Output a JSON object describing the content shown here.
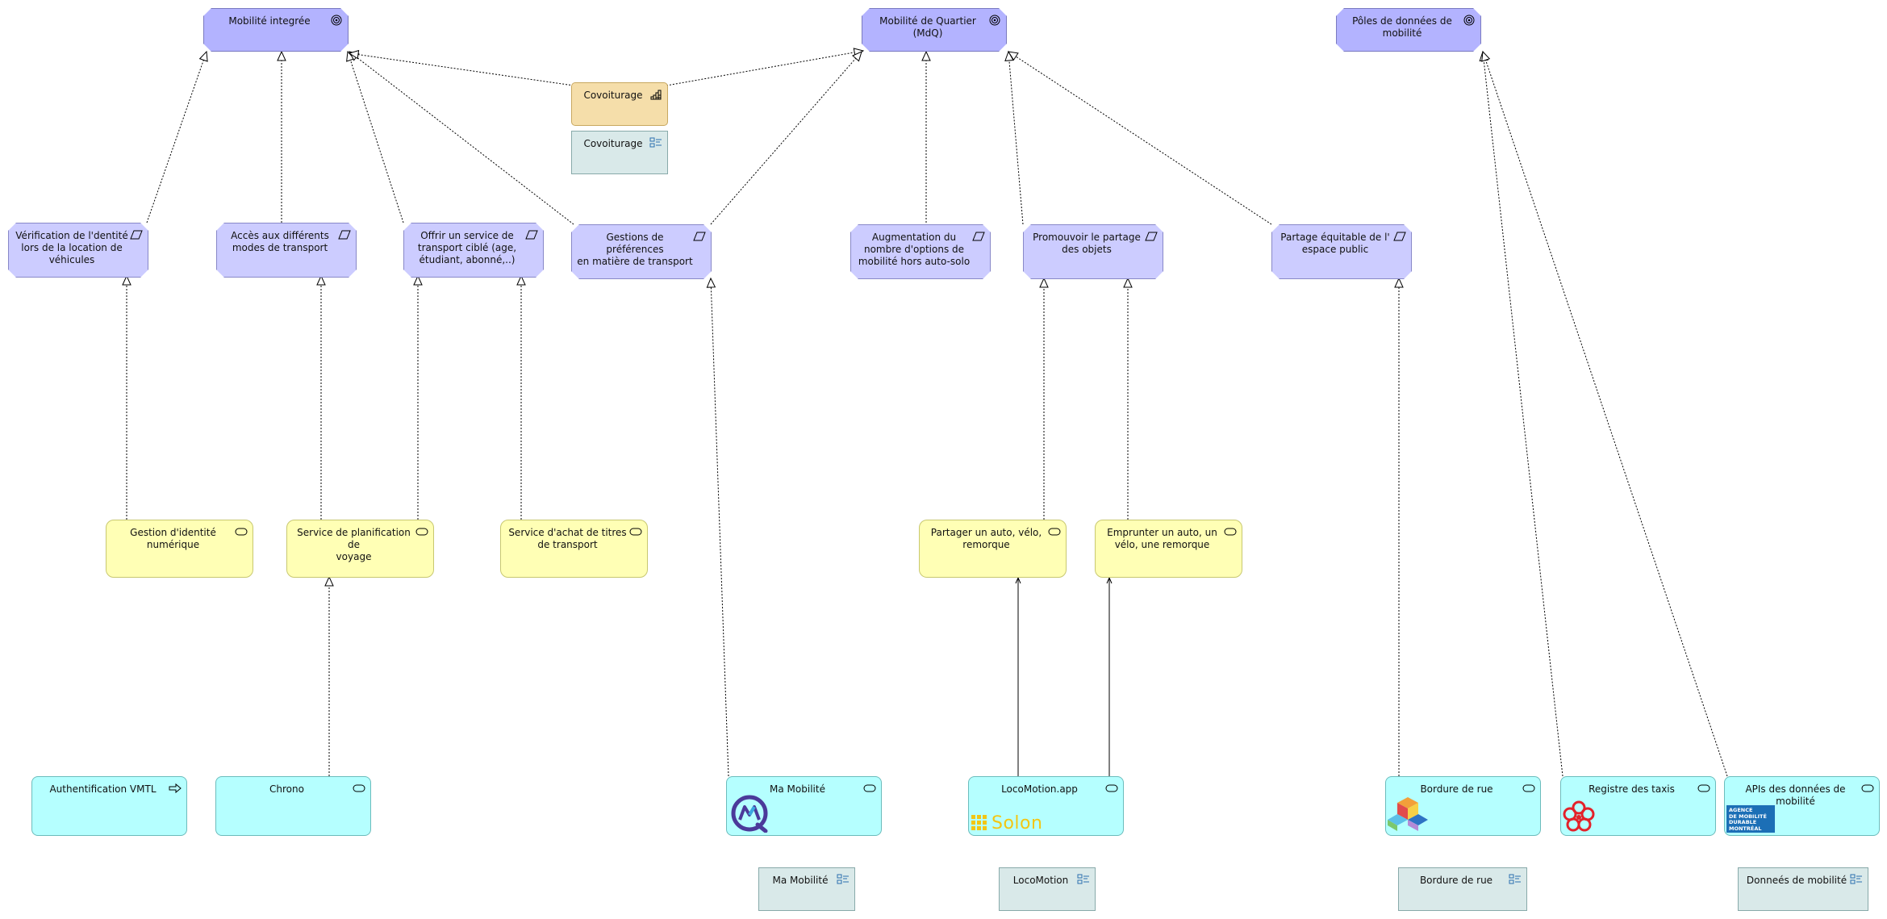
{
  "goals": {
    "mobilite_integree": "Mobilité integrée",
    "mobilite_quartier": "Mobilité de Quartier\n(MdQ)",
    "poles_donnees": "Pôles de données de\nmobilité"
  },
  "work_package": {
    "covoiturage": "Covoiturage"
  },
  "representations": {
    "covoiturage": "Covoiturage",
    "ma_mobilite": "Ma Mobilité",
    "locomotion": "LocoMotion",
    "bordure": "Bordure de rue",
    "donnees": "Donneés de mobilité"
  },
  "outcomes": {
    "verification": "Vérification de l'dentité\nlors de la location de\nvéhicules",
    "acces": "Accès aux différents\nmodes de transport",
    "offrir": "Offrir un service de\ntransport ciblé (age,\nétudiant, abonné,..)",
    "gestions": "Gestions de préférences\nen matière de transport",
    "augmentation": "Augmentation du\nnombre d'options de\nmobilité hors auto-solo",
    "promouvoir": "Promouvoir le partage\ndes objets",
    "partage": "Partage équitable de l'\nespace public"
  },
  "business_services": {
    "gestion_identite": "Gestion d'identité\nnumérique",
    "planification": "Service de planification de\nvoyage",
    "achat": "Service d'achat de titres\nde transport",
    "partager": "Partager un auto, vélo,\nremorque",
    "emprunter": "Emprunter un auto, un\nvélo, une remorque"
  },
  "app_services": {
    "auth": "Authentification VMTL",
    "chrono": "Chrono",
    "ma_mobilite": "Ma Mobilité",
    "locomotion": "LocoMotion.app",
    "bordure": "Bordure de rue",
    "registre": "Registre des taxis",
    "apis": "APIs des données de\nmobilité"
  },
  "logos": {
    "solon": "Solon",
    "agence": "AGENCE\nDE MOBILITÉ\nDURABLE\nMONTRÉAL"
  },
  "colors": {
    "goal": "#b3b3ff",
    "outcome": "#ccccff",
    "business_service": "#ffffb5",
    "application_service": "#b5ffff",
    "work_package": "#f5deaa",
    "representation": "#d9e9e9"
  }
}
